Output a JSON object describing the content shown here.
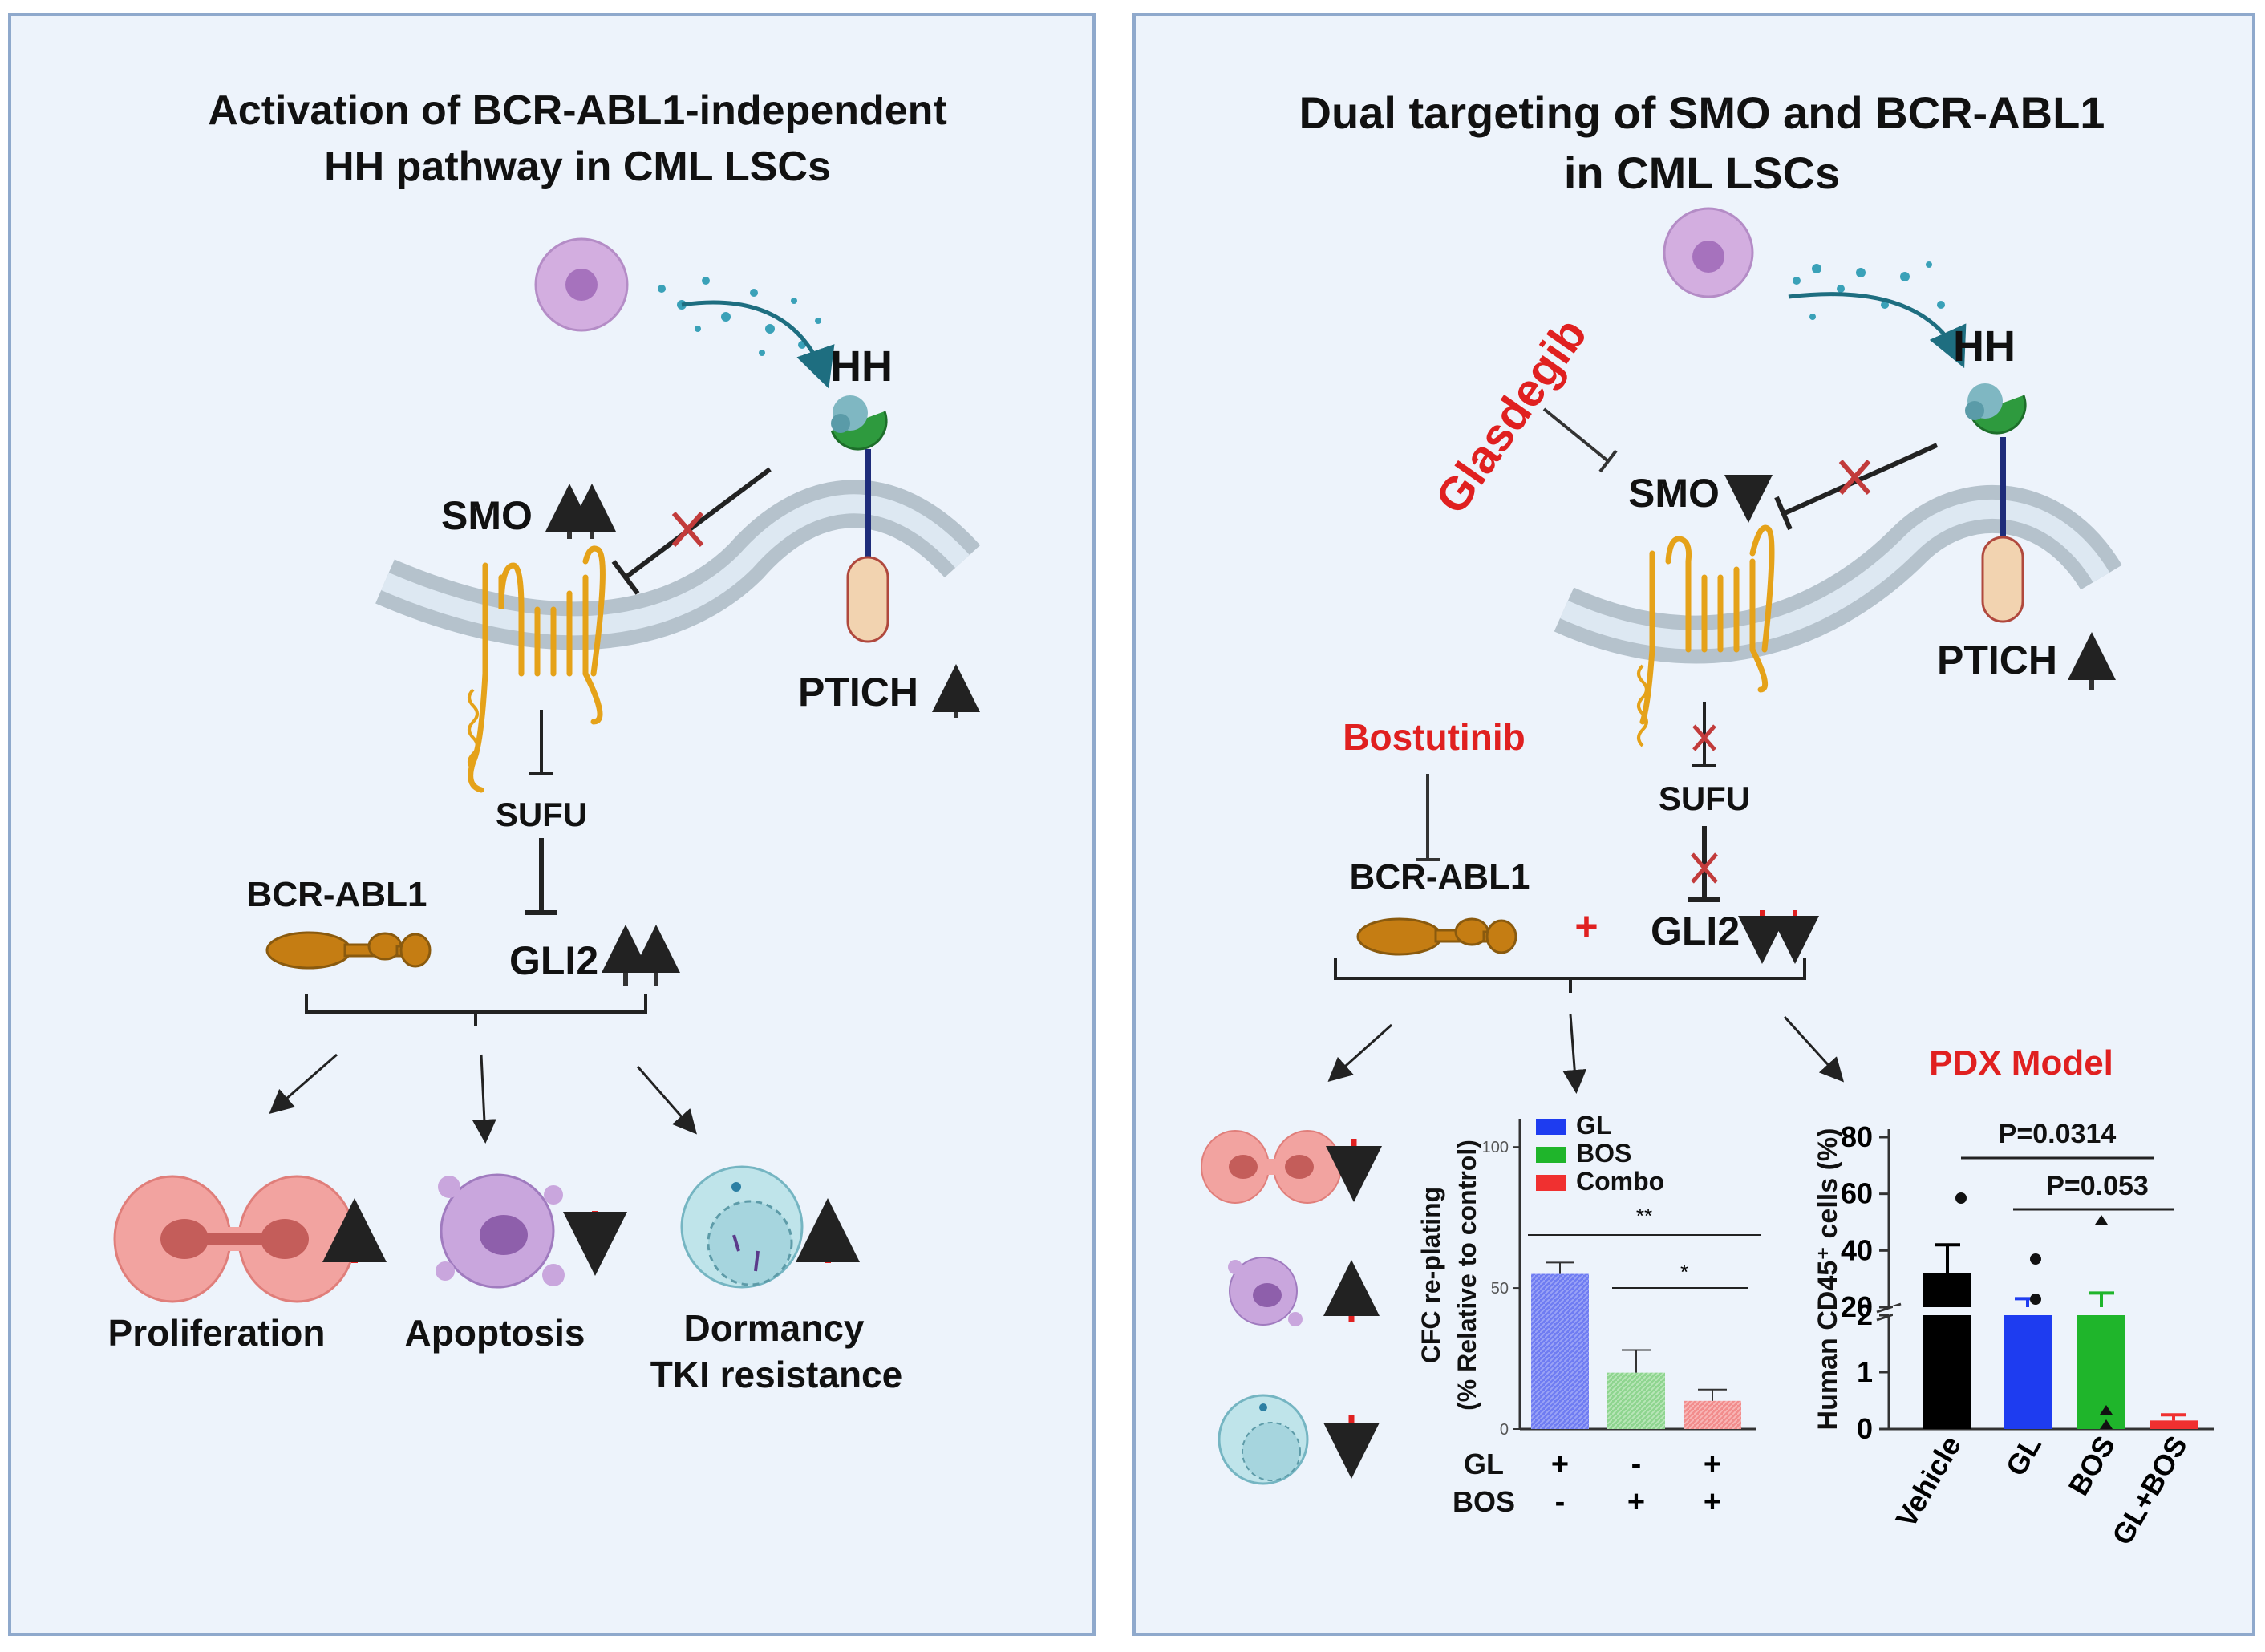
{
  "colors": {
    "panel_bg": "#edf3fb",
    "panel_border": "#8fa9cc",
    "membrane": "#b5c2cc",
    "smo": "#e5a219",
    "receptor_green": "#2e9a3e",
    "ptch_fill": "#f2d3b0",
    "bcr_abl": "#c57d13",
    "red": "#e02020",
    "gl_blue": "#1e3cf0",
    "bos_green": "#1fb52b",
    "combo_red": "#f03030"
  },
  "left": {
    "title_line1": "Activation of BCR-ABL1-independent",
    "title_line2": "HH pathway in CML LSCs",
    "hh": "HH",
    "smo": "SMO",
    "ptch": "PTICH",
    "sufu": "SUFU",
    "bcr_abl1": "BCR-ABL1",
    "gli2": "GLI2",
    "outcome_proliferation": "Proliferation",
    "outcome_apoptosis": "Apoptosis",
    "outcome_dormancy": "Dormancy",
    "outcome_tki": "TKI resistance"
  },
  "right": {
    "title_line1": "Dual targeting of SMO and BCR-ABL1",
    "title_line2": "in CML LSCs",
    "hh": "HH",
    "smo": "SMO",
    "ptch": "PTICH",
    "sufu": "SUFU",
    "bcr_abl1": "BCR-ABL1",
    "gli2": "GLI2",
    "plus": "+",
    "glasdegib": "Glasdegib",
    "bostutinib": "Bostutinib"
  },
  "chart_data": [
    {
      "type": "bar",
      "categories": [
        "GL",
        "BOS",
        "Combo"
      ],
      "values": [
        55,
        20,
        10
      ],
      "errors": [
        4,
        8,
        4
      ],
      "ylim": [
        0,
        110
      ],
      "yticks": [
        "0",
        "50",
        "100"
      ],
      "ylabel_line1": "CFC re-plating",
      "ylabel_line2": "(% Relative to control)",
      "legend": [
        "GL",
        "BOS",
        "Combo"
      ],
      "row_labels": [
        "GL",
        "BOS"
      ],
      "gl_signs": [
        "+",
        "-",
        "+"
      ],
      "bos_signs": [
        "-",
        "+",
        "+"
      ],
      "significance": [
        "**",
        "*"
      ]
    },
    {
      "type": "bar",
      "title": "PDX Model",
      "categories": [
        "Vehicle",
        "GL",
        "BOS",
        "GL+BOS"
      ],
      "values": [
        32,
        15,
        13,
        0.15
      ],
      "errors": [
        10,
        8,
        12,
        0.1
      ],
      "ylabel": "Human CD45⁺ cells (%)",
      "yticks_upper": [
        "20",
        "40",
        "60",
        "80"
      ],
      "yticks_lower": [
        "0",
        "1",
        "2"
      ],
      "axis_break": "2 / 20",
      "pvalues": [
        "P=0.0314",
        "P=0.053"
      ]
    }
  ]
}
